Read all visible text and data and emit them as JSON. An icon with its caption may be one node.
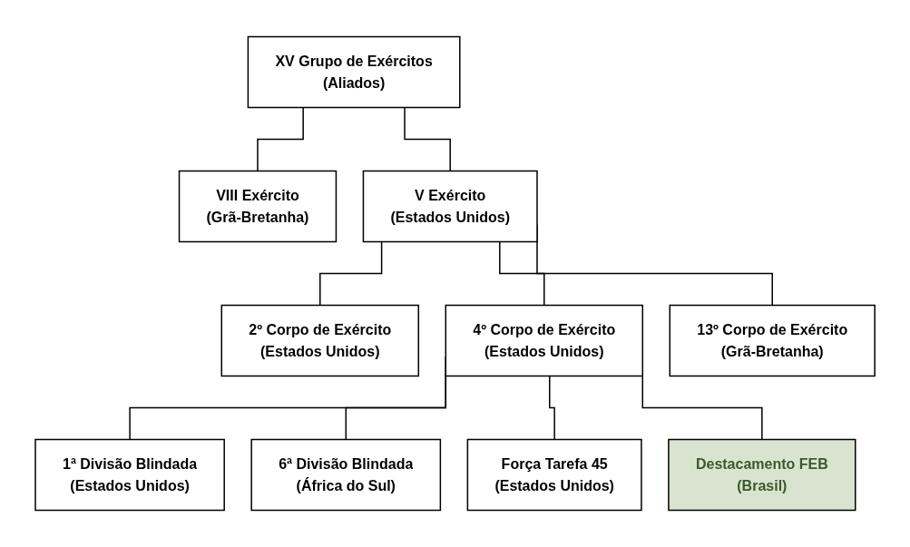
{
  "diagram": {
    "nodes": [
      {
        "text": [
          "XV Grupo de Exércitos",
          "(Aliados)"
        ]
      },
      {
        "text": [
          "VIII Exército",
          "(Grã-Bretanha)"
        ]
      },
      {
        "text": [
          "V Exército",
          "(Estados Unidos)"
        ]
      },
      {
        "text": [
          "2º Corpo de Exército",
          "(Estados Unidos)"
        ]
      },
      {
        "text": [
          "4º Corpo de Exército",
          "(Estados Unidos)"
        ]
      },
      {
        "text": [
          "13º Corpo de Exército",
          "(Grã-Bretanha)"
        ]
      },
      {
        "text": [
          "1ª Divisão Blindada",
          "(Estados Unidos)"
        ]
      },
      {
        "text": [
          "6ª Divisão Blindada",
          "(África do Sul)"
        ]
      },
      {
        "text": [
          "Força Tarefa 45",
          "(Estados Unidos)"
        ]
      },
      {
        "text": [
          "Destacamento FEB",
          "(Brasil)"
        ]
      }
    ],
    "edges": [
      {
        "from": 0,
        "to": 1,
        "arrow": "none"
      },
      {
        "from": 0,
        "to": 2,
        "arrow": "none"
      },
      {
        "from": 2,
        "to": 3,
        "arrow": "none"
      },
      {
        "from": 2,
        "to": 4,
        "arrow": "none"
      },
      {
        "from": 2,
        "to": 5,
        "arrow": "none"
      },
      {
        "from": 4,
        "to": 6,
        "arrow": "none"
      },
      {
        "from": 4,
        "to": 7,
        "arrow": "none"
      },
      {
        "from": 4,
        "to": 8,
        "arrow": "none"
      },
      {
        "from": 4,
        "to": 9,
        "arrow": "none"
      }
    ]
  }
}
